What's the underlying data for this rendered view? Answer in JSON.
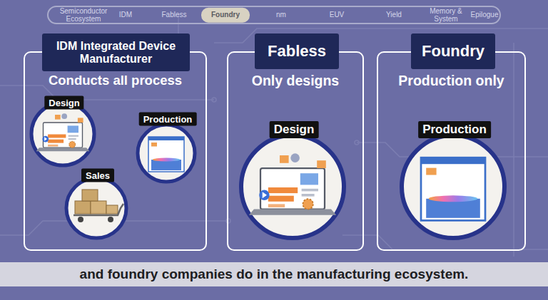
{
  "diagram": {
    "caption": "and foundry companies do in the manufacturing ecosystem.",
    "nodes": [
      {
        "text": [
          "Semiconductor Ecosystem",
          "IDM",
          "Fabless",
          "Foundry",
          "nm",
          "EUV",
          "Yield",
          "Memory & System",
          "Epilogue"
        ]
      },
      {
        "text": [
          "IDM Integrated Device Manufacturer",
          "Conducts all process"
        ]
      },
      {
        "text": [
          "Design"
        ],
        "in": 1
      },
      {
        "text": [
          "Production"
        ],
        "in": 1
      },
      {
        "text": [
          "Sales"
        ],
        "in": 1
      },
      {
        "text": [
          "Fabless",
          "Only designs"
        ]
      },
      {
        "text": [
          "Design"
        ],
        "in": 5
      },
      {
        "text": [
          "Foundry",
          "Production only"
        ]
      },
      {
        "text": [
          "Production"
        ],
        "in": 7
      }
    ]
  }
}
